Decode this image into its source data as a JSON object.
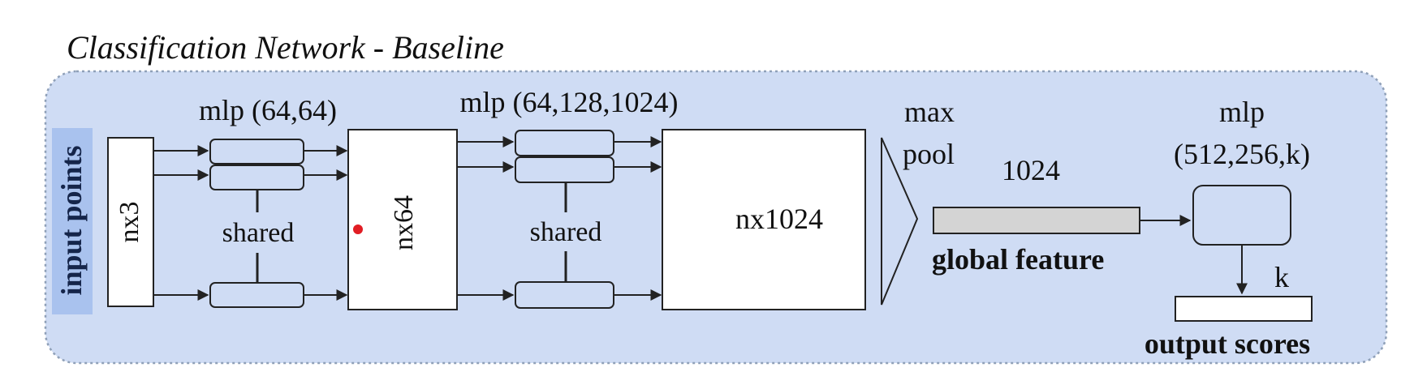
{
  "title": "Classification Network - Baseline",
  "side_label": "input points",
  "input_block": "nx3",
  "mlp1": {
    "label": "mlp (64,64)",
    "shared": "shared"
  },
  "feature64": "nx64",
  "mlp2": {
    "label": "mlp (64,128,1024)",
    "shared": "shared"
  },
  "feature1024": "nx1024",
  "maxpool": {
    "line1": "max",
    "line2": "pool"
  },
  "global": {
    "size": "1024",
    "label": "global feature"
  },
  "mlp3": {
    "line1": "mlp",
    "line2": "(512,256,k)"
  },
  "output": {
    "k": "k",
    "label": "output scores"
  },
  "colors": {
    "panel_fill": "#cfdcf4",
    "panel_border": "#8fa0b8",
    "side_label_bg": "#a9c2ee",
    "global_bar": "#d4d4d4",
    "marker": "#e11d24",
    "stroke": "#222222"
  }
}
